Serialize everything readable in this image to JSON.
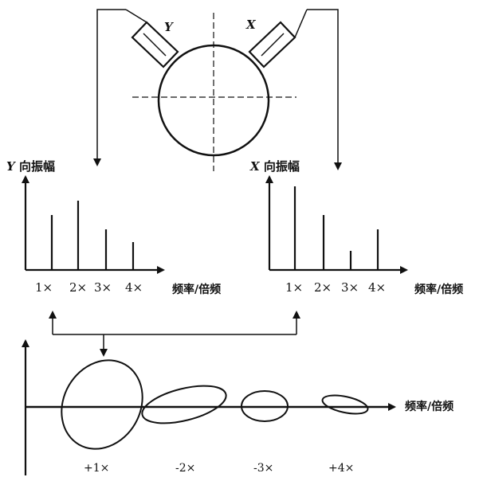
{
  "sensor_labels": {
    "y": "Y",
    "x": "X"
  },
  "left_plot": {
    "title_var": "Y",
    "title_text": "向振幅",
    "xlabel": "频率/倍频",
    "ticks": [
      "1×",
      "2×",
      "3×",
      "4×"
    ]
  },
  "right_plot": {
    "title_var": "X",
    "title_text": "向振幅",
    "xlabel": "频率/倍频",
    "ticks": [
      "1×",
      "2×",
      "3×",
      "4×"
    ]
  },
  "bottom_plot": {
    "xlabel": "频率/倍频",
    "ticks": [
      "+1×",
      "-2×",
      "-3×",
      "+4×"
    ]
  }
}
